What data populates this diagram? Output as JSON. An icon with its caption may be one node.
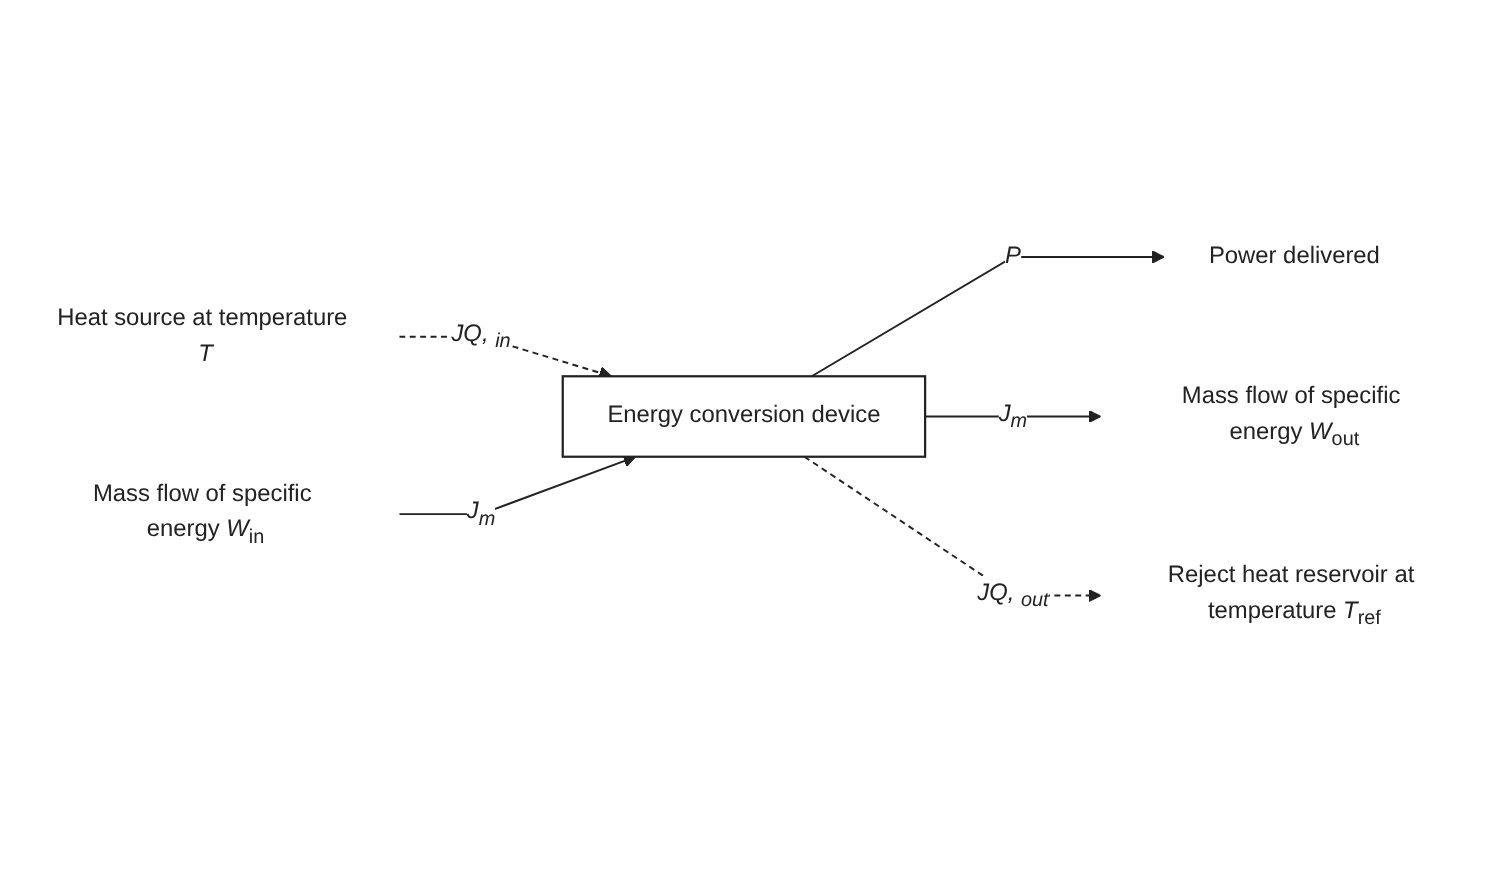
{
  "diagram": {
    "nodes": [
      {
        "text": [
          "Heat source at temperature *T*"
        ]
      },
      {
        "text": [
          "Mass flow of specific energy *W*$_{in}$"
        ]
      },
      {
        "text": [
          "Energy conversion device"
        ]
      },
      {
        "text": [
          "Power delivered"
        ]
      },
      {
        "text": [
          "Mass flow of specific energy *W*$_{out}$"
        ]
      },
      {
        "text": [
          "Reject heat reservoir at temperature *T*$_{ref}$"
        ]
      }
    ],
    "edges": [
      {
        "from": 0,
        "to": 2,
        "arrow": "to",
        "label": "JQ, $_{in}$",
        "style": "dashed"
      },
      {
        "from": 1,
        "to": 2,
        "arrow": "to",
        "label": "J$_{m}$"
      },
      {
        "from": 2,
        "to": 3,
        "arrow": "to",
        "label": "P"
      },
      {
        "from": 2,
        "to": 4,
        "arrow": "to",
        "label": "J$_{m}$"
      },
      {
        "from": 2,
        "to": 5,
        "arrow": "to",
        "label": "JQ, $_{out}$",
        "style": "dashed"
      }
    ]
  }
}
